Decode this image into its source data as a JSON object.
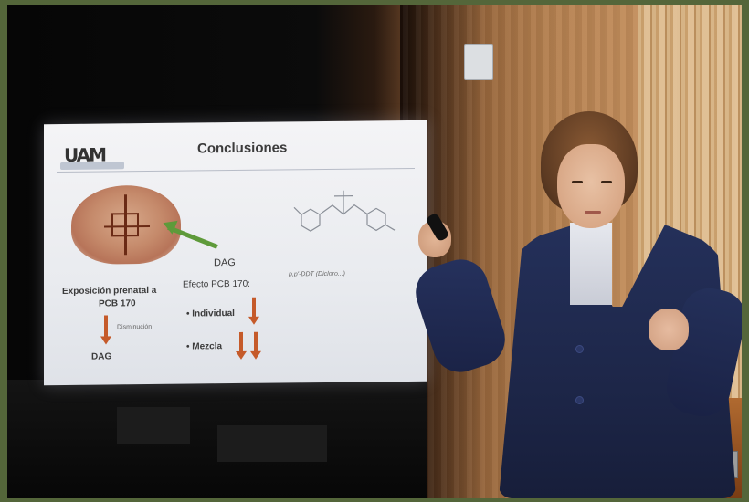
{
  "slide": {
    "logo_text": "UAM",
    "title": "Conclusiones",
    "dag_top": "DAG",
    "exposicion_line1": "Exposición prenatal a",
    "exposicion_line2": "PCB 170",
    "disminucion": "Disminución",
    "dag_bottom": "DAG",
    "efecto": "Efecto PCB 170:",
    "individual": "Individual",
    "mezcla": "Mezcla",
    "molecule_caption": "p,p'-DDT (Dicloro...)"
  },
  "colors": {
    "frame_border": "#54663a",
    "jacket": "#1d2648",
    "slide_bg": "#eceef2",
    "arrow_red": "#c55a2a",
    "arrow_green": "#5e9a3a"
  }
}
